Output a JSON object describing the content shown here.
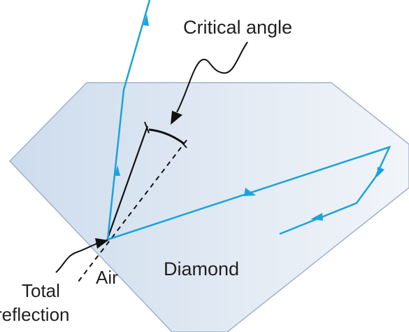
{
  "labels": {
    "critical_angle": "Critical angle",
    "diamond": "Diamond",
    "air": "Air",
    "total": "Total",
    "reflection": "reflection"
  },
  "colors": {
    "ray": "#1aa3dc",
    "diamond_fill_left": "#cddced",
    "diamond_fill_right": "#f2f5f9",
    "diamond_edge": "#9fb3c8",
    "annotation": "#111111"
  }
}
